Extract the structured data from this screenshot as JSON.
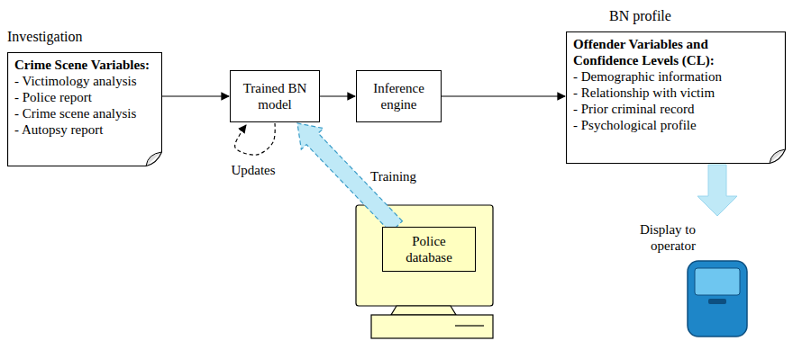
{
  "diagram": {
    "nodes": [
      {
        "text": [
          "Investigation",
          "Crime Scene Variables:",
          "- Victimology analysis",
          "- Police report",
          "- Crime scene analysis",
          "- Autopsy report"
        ]
      },
      {
        "text": [
          "Trained BN model"
        ]
      },
      {
        "text": [
          "Inference engine"
        ]
      },
      {
        "text": [
          "BN profile",
          "Offender Variables and Confidence Levels (CL):",
          "- Demographic information",
          "- Relationship with victim",
          "- Prior criminal record",
          "- Psychological profile"
        ]
      },
      {
        "text": [
          "Police database"
        ]
      }
    ],
    "edges": [
      {
        "from": 0,
        "to": 1,
        "arrow": "to"
      },
      {
        "from": 1,
        "to": 2,
        "arrow": "to"
      },
      {
        "from": 2,
        "to": 3,
        "arrow": "to"
      },
      {
        "from": 4,
        "to": 1,
        "label": "Training",
        "arrow": "to"
      },
      {
        "from": 1,
        "to": 1,
        "label": "Updates",
        "arrow": "to"
      }
    ],
    "labels": [
      "Display to operator"
    ]
  }
}
